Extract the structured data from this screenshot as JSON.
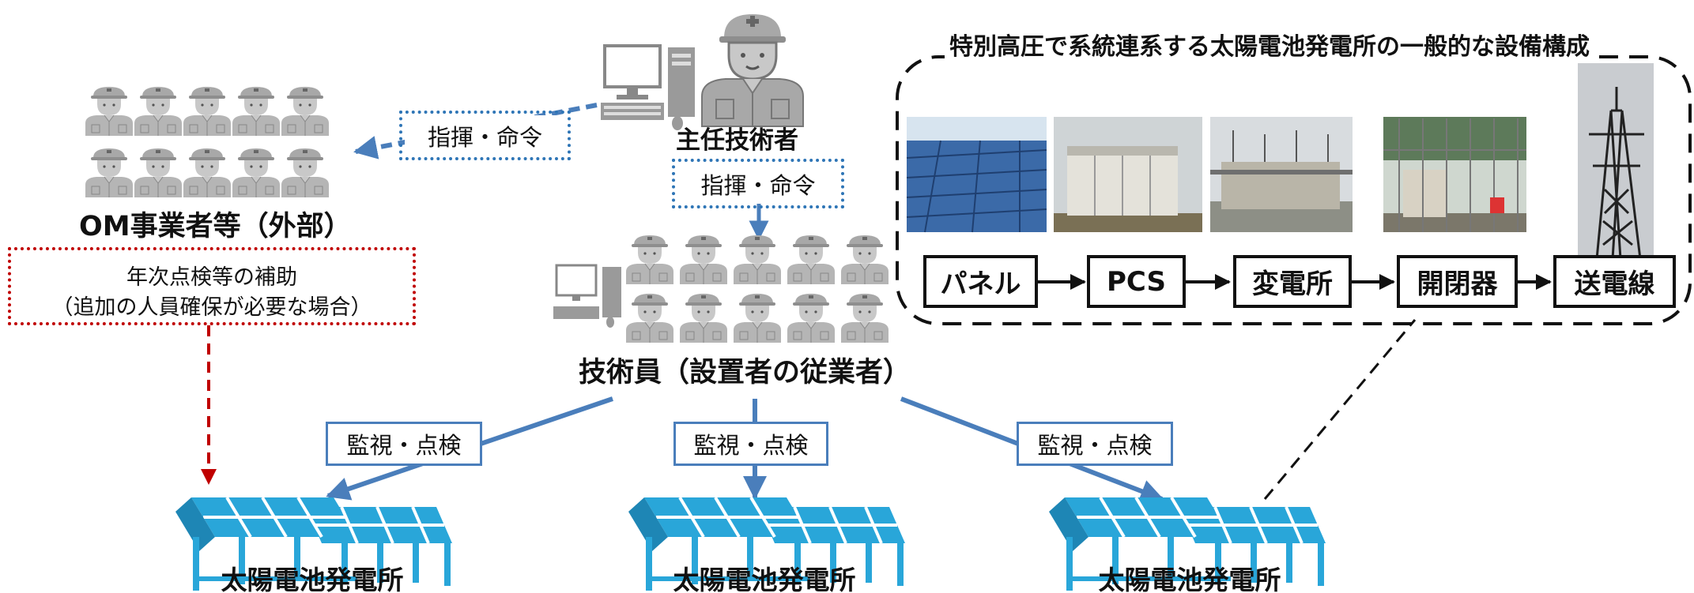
{
  "chief_engineer": {
    "label": "主任技術者"
  },
  "om_company": {
    "label": "OM事業者等（外部）",
    "note_line1": "年次点検等の補助",
    "note_line2": "（追加の人員確保が必要な場合）"
  },
  "command_label_left": "指揮・命令",
  "command_label_down": "指揮・命令",
  "technicians": {
    "label": "技術員（設置者の従業者）"
  },
  "monitor_labels": [
    "監視・点検",
    "監視・点検",
    "監視・点検"
  ],
  "plants": [
    "太陽電池発電所",
    "太陽電池発電所",
    "太陽電池発電所"
  ],
  "equipment_panel": {
    "title": "特別高圧で系統連系する太陽電池発電所の一般的な設備構成",
    "flow": [
      "パネル",
      "PCS",
      "変電所",
      "開閉器",
      "送電線"
    ]
  },
  "colors": {
    "blue": "#4a7ebb",
    "red": "#c00000",
    "panel_blue": "#29a6d9",
    "worker_gray": "#a8a8a8"
  }
}
